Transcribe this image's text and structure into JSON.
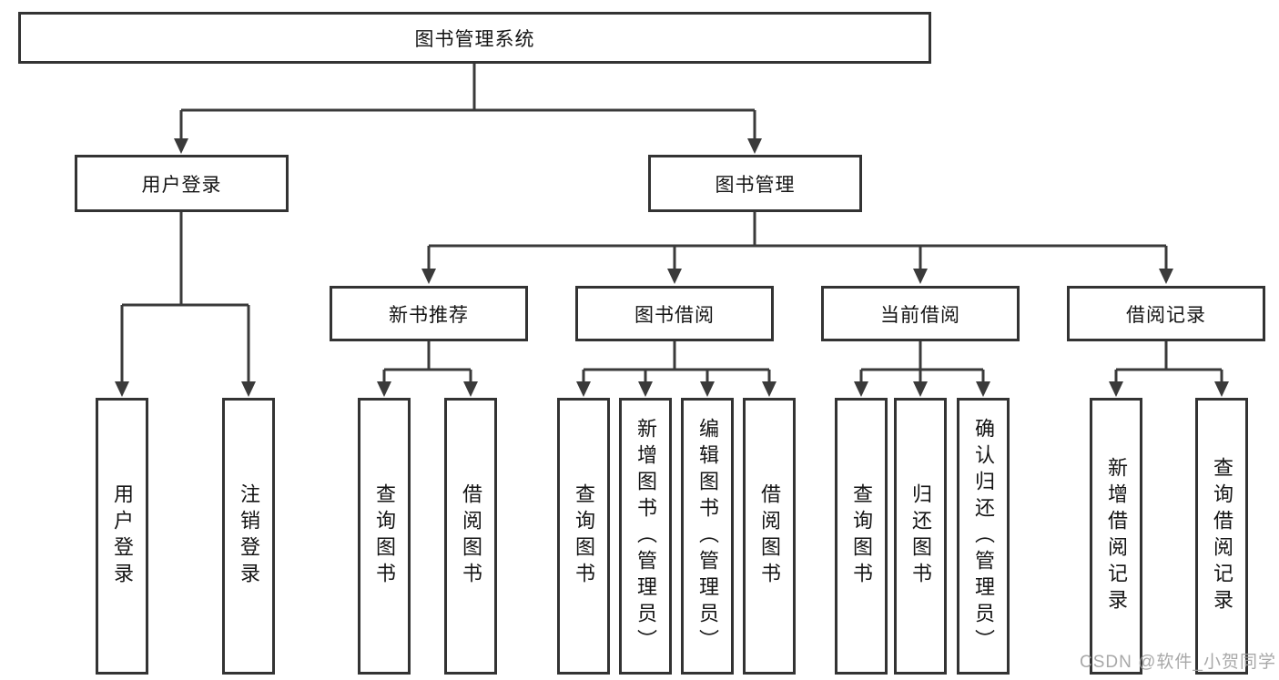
{
  "title": "图书管理系统",
  "tree": {
    "label": "图书管理系统",
    "children": [
      {
        "label": "用户登录",
        "children": [
          {
            "label": "用户登录"
          },
          {
            "label": "注销登录"
          }
        ]
      },
      {
        "label": "图书管理",
        "children": [
          {
            "label": "新书推荐",
            "children": [
              {
                "label": "查询图书"
              },
              {
                "label": "借阅图书"
              }
            ]
          },
          {
            "label": "图书借阅",
            "children": [
              {
                "label": "查询图书"
              },
              {
                "label": "新增图书（管理员）"
              },
              {
                "label": "编辑图书（管理员）"
              },
              {
                "label": "借阅图书"
              }
            ]
          },
          {
            "label": "当前借阅",
            "children": [
              {
                "label": "查询图书"
              },
              {
                "label": "归还图书"
              },
              {
                "label": "确认归还（管理员）"
              }
            ]
          },
          {
            "label": "借阅记录",
            "children": [
              {
                "label": "新增借阅记录"
              },
              {
                "label": "查询借阅记录"
              }
            ]
          }
        ]
      }
    ]
  },
  "watermark": "CSDN @软件_小贺同学",
  "colors": {
    "background": "#ffffff",
    "line": "#3a3a3a",
    "box_border": "#333333",
    "text": "#141414",
    "watermark": "#9e9e9e"
  }
}
